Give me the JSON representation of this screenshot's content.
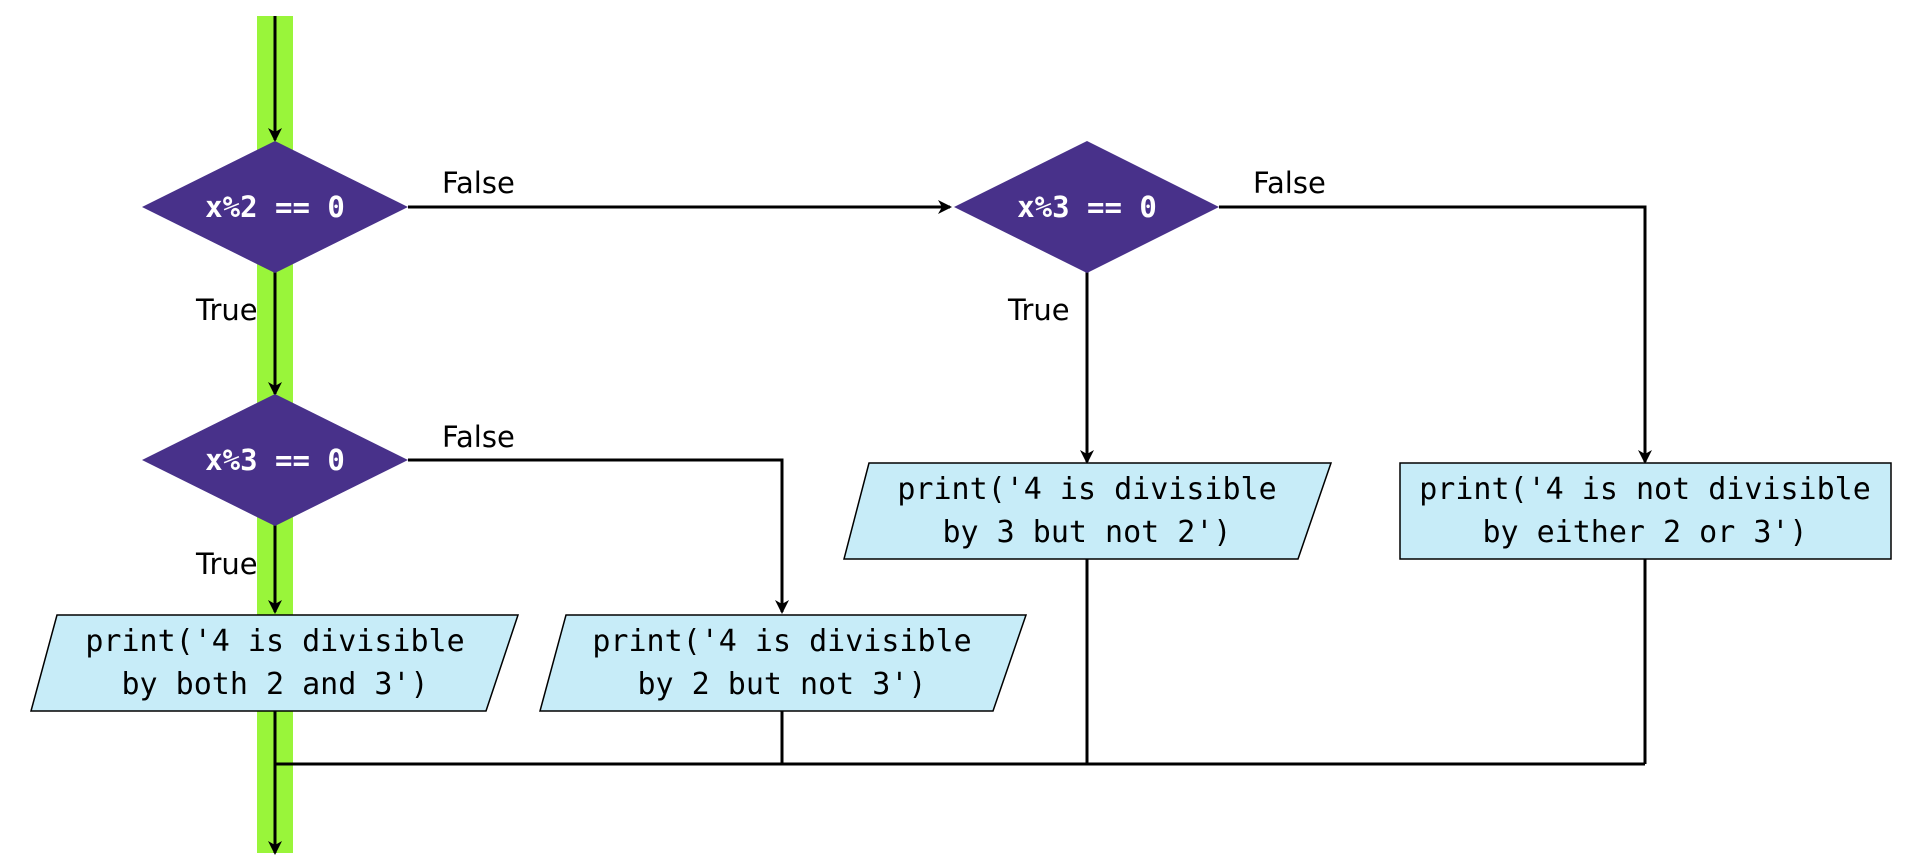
{
  "colors": {
    "decision_fill": "#48318a",
    "io_fill": "#c7ecf8",
    "highlight": "#99f53a",
    "line": "#000000"
  },
  "decisions": {
    "d1": "x%2 == 0",
    "d2": "x%3 == 0",
    "d3": "x%3 == 0"
  },
  "outputs": {
    "o1": [
      "print('4 is divisible",
      "by both 2 and 3')"
    ],
    "o2": [
      "print('4 is divisible",
      "by 2 but not 3')"
    ],
    "o3": [
      "print('4 is divisible",
      "by 3 but not 2')"
    ],
    "o4": [
      "print('4 is not divisible",
      "by either 2 or 3')"
    ]
  },
  "edge_labels": {
    "d1_true": "True",
    "d1_false": "False",
    "d2_true": "True",
    "d2_false": "False",
    "d3_true": "True",
    "d3_false": "False"
  }
}
